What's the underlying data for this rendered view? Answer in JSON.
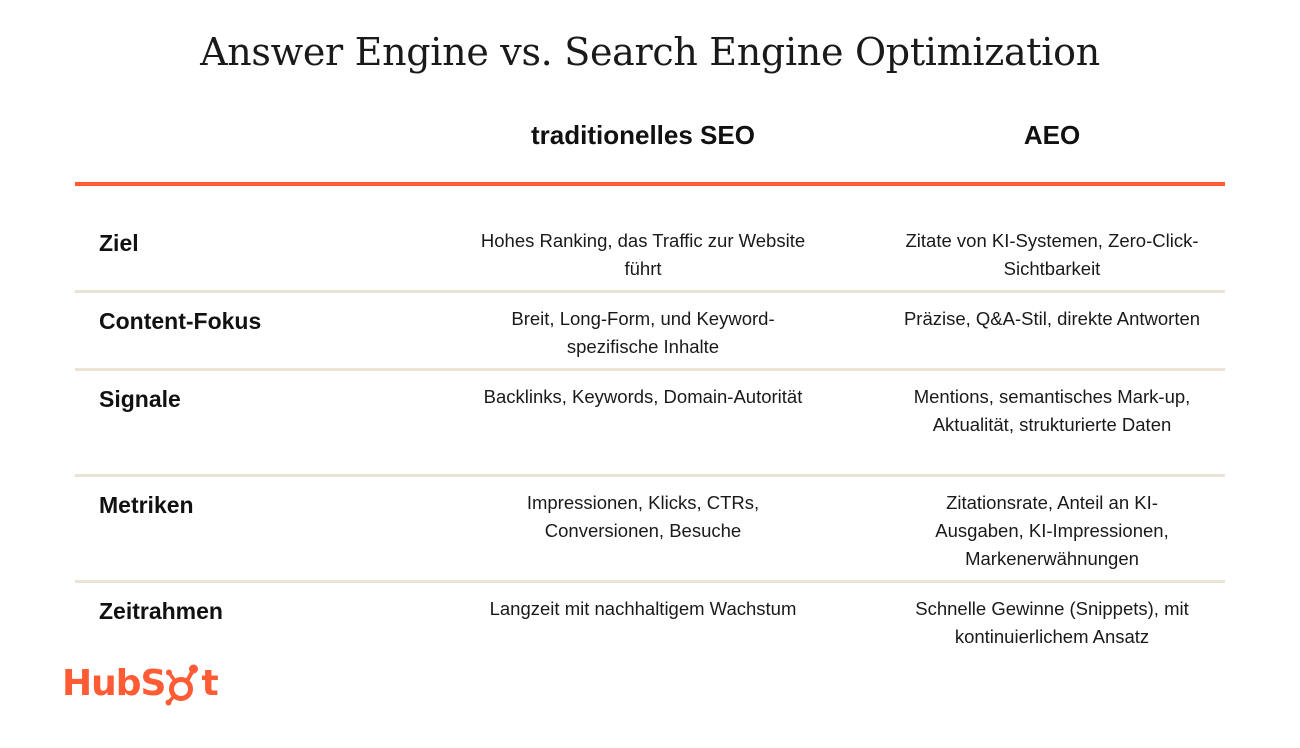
{
  "title": "Answer Engine vs. Search Engine Optimization",
  "columns": {
    "seo": "traditionelles SEO",
    "aeo": "AEO"
  },
  "rows": [
    {
      "label": "Ziel",
      "seo": "Hohes Ranking, das Traffic zur Website führt",
      "aeo": "Zitate von KI-Systemen, Zero-Click-Sichtbarkeit"
    },
    {
      "label": "Content-Fokus",
      "seo": "Breit, Long-Form, und Keyword-spezifische Inhalte",
      "aeo": "Präzise, Q&A-Stil, direkte Antworten"
    },
    {
      "label": "Signale",
      "seo": "Backlinks, Keywords, Domain-Autorität",
      "aeo": "Mentions, semantisches Mark-up, Aktualität, strukturierte Daten"
    },
    {
      "label": "Metriken",
      "seo": "Impressionen, Klicks, CTRs, Conversionen, Besuche",
      "aeo": "Zitationsrate, Anteil an KI-Ausgaben, KI-Impressionen, Markenerwähnungen"
    },
    {
      "label": "Zeitrahmen",
      "seo": "Langzeit mit nachhaltigem Wachstum",
      "aeo": "Schnelle Gewinne (Snippets), mit kontinuierlichem Ansatz"
    }
  ],
  "logo": {
    "text_before": "HubS",
    "text_after": "t",
    "icon": "sprocket-icon",
    "color": "#ff5c35"
  },
  "colors": {
    "accent": "#ff5c35",
    "divider": "#ebe4d6"
  }
}
